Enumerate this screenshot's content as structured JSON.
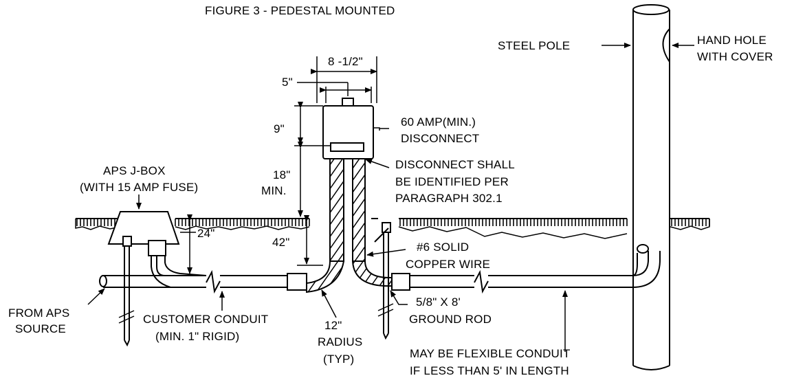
{
  "title": "FIGURE 3 - PEDESTAL MOUNTED",
  "labels": {
    "steel_pole": "STEEL POLE",
    "hand_hole_1": "HAND HOLE",
    "hand_hole_2": "WITH COVER",
    "dim_width": "8 -1/2\"",
    "dim_5": "5\"",
    "dim_9": "9\"",
    "dim_18": "18\"",
    "dim_min": "MIN.",
    "dim_42": "42\"",
    "dim_24": "24\"",
    "disconnect_1": "60 AMP(MIN.)",
    "disconnect_2": "DISCONNECT",
    "identified_1": "DISCONNECT SHALL",
    "identified_2": "BE IDENTIFIED PER",
    "identified_3": "PARAGRAPH 302.1",
    "jbox_1": "APS J-BOX",
    "jbox_2": "(WITH 15 AMP FUSE)",
    "wire_1": "#6 SOLID",
    "wire_2": "COPPER WIRE",
    "from_aps_1": "FROM APS",
    "from_aps_2": "SOURCE",
    "customer_conduit_1": "CUSTOMER CONDUIT",
    "customer_conduit_2": "(MIN. 1\" RIGID)",
    "radius_1": "12\"",
    "radius_2": "RADIUS",
    "radius_3": "(TYP)",
    "ground_rod_1": "5/8\" X 8'",
    "ground_rod_2": "GROUND ROD",
    "flexible_1": "MAY BE FLEXIBLE CONDUIT",
    "flexible_2": "IF LESS THAN 5' IN LENGTH"
  }
}
